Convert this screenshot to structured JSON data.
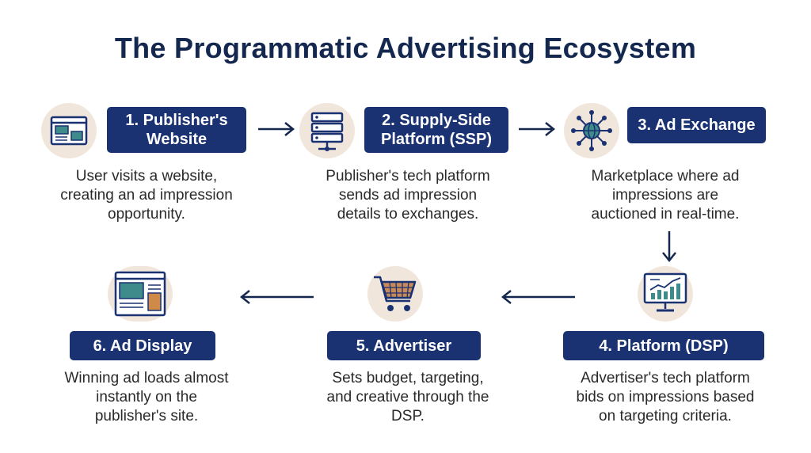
{
  "title": "The Programmatic Advertising Ecosystem",
  "colors": {
    "navy": "#1a3272",
    "icon_bg": "#f1e6dc",
    "accent_teal": "#3f8b8c",
    "accent_orange": "#cf8a4a"
  },
  "steps": [
    {
      "label": "1. Publisher's\nWebsite",
      "icon": "browser-window-icon",
      "desc": "User visits a website,\ncreating an ad impression\nopportunity."
    },
    {
      "label": "2. Supply-Side\nPlatform (SSP)",
      "icon": "server-stack-icon",
      "desc": "Publisher's tech platform\nsends ad impression\ndetails to exchanges."
    },
    {
      "label": "3. Ad Exchange",
      "icon": "network-hub-icon",
      "desc": "Marketplace where ad\nimpressions are\nauctioned in real-time."
    },
    {
      "label": "4. Platform (DSP)",
      "icon": "analytics-monitor-icon",
      "desc": "Advertiser's tech platform\nbids on impressions based\non targeting criteria."
    },
    {
      "label": "5. Advertiser",
      "icon": "shopping-cart-icon",
      "desc": "Sets budget, targeting,\nand creative through the\nDSP."
    },
    {
      "label": "6. Ad Display",
      "icon": "ad-webpage-icon",
      "desc": "Winning ad loads almost\ninstantly on the\npublisher's site."
    }
  ]
}
